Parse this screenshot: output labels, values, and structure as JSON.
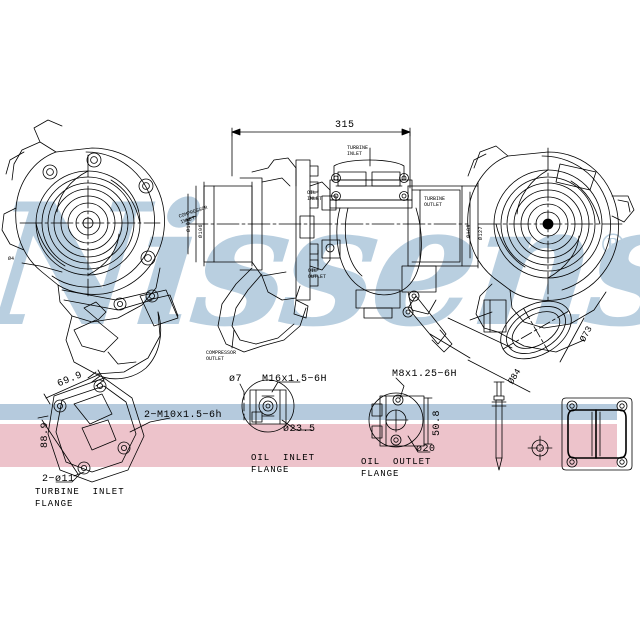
{
  "document": {
    "type": "technical-drawing",
    "subject": "Turbocharger assembly dimensional drawing",
    "brand_watermark": "Nissens",
    "registered_mark": "®"
  },
  "colors": {
    "line": "#000000",
    "watermark": "#b9cfe0",
    "band_blue": "#b5cadd",
    "band_pink": "#edc3cb",
    "background": "#ffffff"
  },
  "views": {
    "left": {
      "name": "compressor-end-view",
      "callouts": [
        {
          "id": "d4",
          "text": "Ø4"
        }
      ]
    },
    "center": {
      "name": "side-elevation-view",
      "overall_length": "315",
      "callouts": [
        {
          "id": "turbine-inlet",
          "text": "TURBINE\nINLET"
        },
        {
          "id": "oil-inlet",
          "text": "OIL\nINLET"
        },
        {
          "id": "oil-outlet",
          "text": "OIL\nOUTLET"
        },
        {
          "id": "turbine-outlet",
          "text": "TURBINE\nOUTLET"
        },
        {
          "id": "compressor-outlet",
          "text": "COMPRESSOR\nOUTLET"
        },
        {
          "id": "compressor-inlet",
          "text": "COMPRESSOR\nINLET"
        }
      ],
      "diameters": [
        {
          "id": "d108",
          "text": "Ø108"
        },
        {
          "id": "d106",
          "text": "Ø106"
        },
        {
          "id": "d109",
          "text": "Ø109"
        },
        {
          "id": "d127",
          "text": "Ø127"
        }
      ]
    },
    "right": {
      "name": "turbine-end-view",
      "diameters": [
        {
          "id": "d73",
          "text": "Ø73"
        },
        {
          "id": "d84",
          "text": "Ø84"
        }
      ]
    }
  },
  "details": {
    "turbine_inlet_flange": {
      "title": "TURBINE  INLET\nFLANGE",
      "dims": [
        {
          "id": "d69-9",
          "text": "69.9"
        },
        {
          "id": "d88-9",
          "text": "88.9"
        },
        {
          "id": "thread",
          "text": "2−M10x1.5−6h"
        },
        {
          "id": "holes",
          "text": "2−ø11"
        }
      ]
    },
    "oil_inlet_flange": {
      "title": "OIL  INLET\nFLANGE",
      "dims": [
        {
          "id": "d7",
          "text": "ø7"
        },
        {
          "id": "thread",
          "text": "M16x1.5−6H"
        },
        {
          "id": "d23-5",
          "text": "ø23.5"
        }
      ]
    },
    "oil_outlet_flange": {
      "title": "OIL  OUTLET\nFLANGE",
      "dims": [
        {
          "id": "thread",
          "text": "M8x1.25−6H"
        },
        {
          "id": "d50-8",
          "text": "50.8"
        },
        {
          "id": "d20",
          "text": "ø20"
        }
      ]
    },
    "accessories": [
      {
        "id": "stud",
        "name": "stud-pin"
      },
      {
        "id": "gasket-ring",
        "name": "small-gasket-ring"
      },
      {
        "id": "gasket-flange",
        "name": "twin-port-gasket"
      }
    ]
  }
}
